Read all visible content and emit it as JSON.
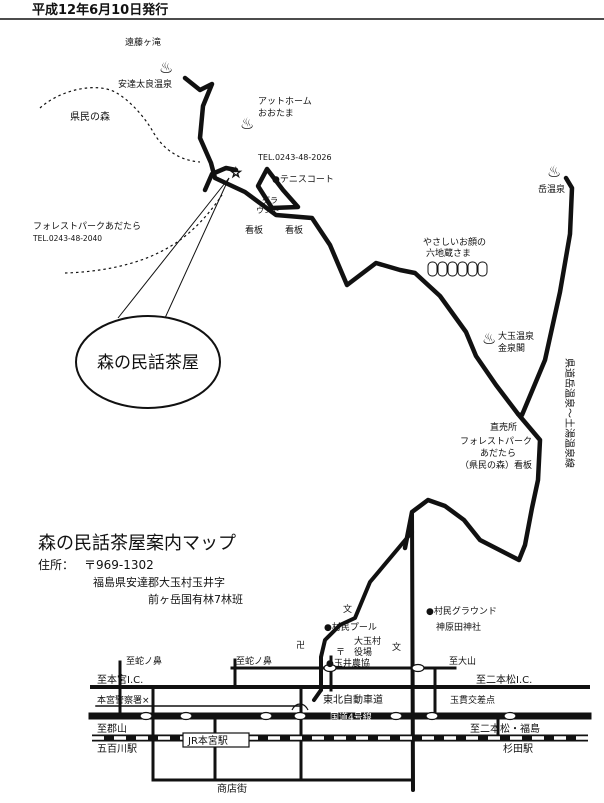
{
  "header": {
    "issue_date": "平成12年6月10日発行"
  },
  "title": "森の民話茶屋案内マップ",
  "address": {
    "label": "住所：",
    "postal": "〒969-1302",
    "line1": "福島県安達郡大玉村玉井字",
    "line2": "前ヶ岳国有林7林班"
  },
  "callout": "森の民話茶屋",
  "places": {
    "waterfall": "遠藤ヶ滝",
    "onsen_adachi": "安達太良温泉",
    "kenmin_forest": "県民の森",
    "at_home_l1": "アットホーム",
    "at_home_l2": "おおたま",
    "tel_top": "TEL.0243-48-2026",
    "tennis": "●テニスコート",
    "ground_l1": "グラ",
    "ground_l2": "ウンド",
    "sign_left": "看板",
    "sign_right": "看板",
    "forest_park": "フォレストパークあだたら",
    "forest_park_tel": "TEL.0243-48-2040",
    "dake_onsen": "岳温泉",
    "jizo_l1": "やさしいお顔の",
    "jizo_l2": "六地蔵さま",
    "odama_onsen_l1": "大玉温泉",
    "odama_onsen_l2": "金泉閣",
    "route_prefectural": "県道岳温泉〜土湯温泉線",
    "naokodokoro": "直売所",
    "fp_sign_l1": "フォレストパーク",
    "fp_sign_l2": "あだたら",
    "fp_sign_l3": "（県民の森）看板",
    "village_pool": "●村民プール",
    "village_ground": "●村民グラウンド",
    "shrine": "神原田神社",
    "village_office_l1": "大玉村",
    "village_office_l2": "役場",
    "school_1": "文",
    "school_2": "文",
    "temple": "卍",
    "post": "〒",
    "tamai_school": "●玉井農協",
    "to_jyanohana_l": "至蛇ノ鼻",
    "to_jyanohana_r": "至蛇ノ鼻",
    "to_oyama": "至大山",
    "to_motomiya_ic": "至本宮I.C.",
    "to_nihonmatsu_ic": "至二本松I.C.",
    "motomiya_police": "本宮警察署×",
    "tohoku_expressway": "東北自動車道",
    "route4": "国道4号線",
    "tamanoi_cross": "玉貫交差点",
    "to_koriyama": "至郡山",
    "to_nihonmatsu_fukushima": "至二本松・福島",
    "gohyakugawa": "五百川駅",
    "jr_motomiya": "JR本宮駅",
    "sugita": "杉田駅",
    "shopping_street": "商店街"
  }
}
